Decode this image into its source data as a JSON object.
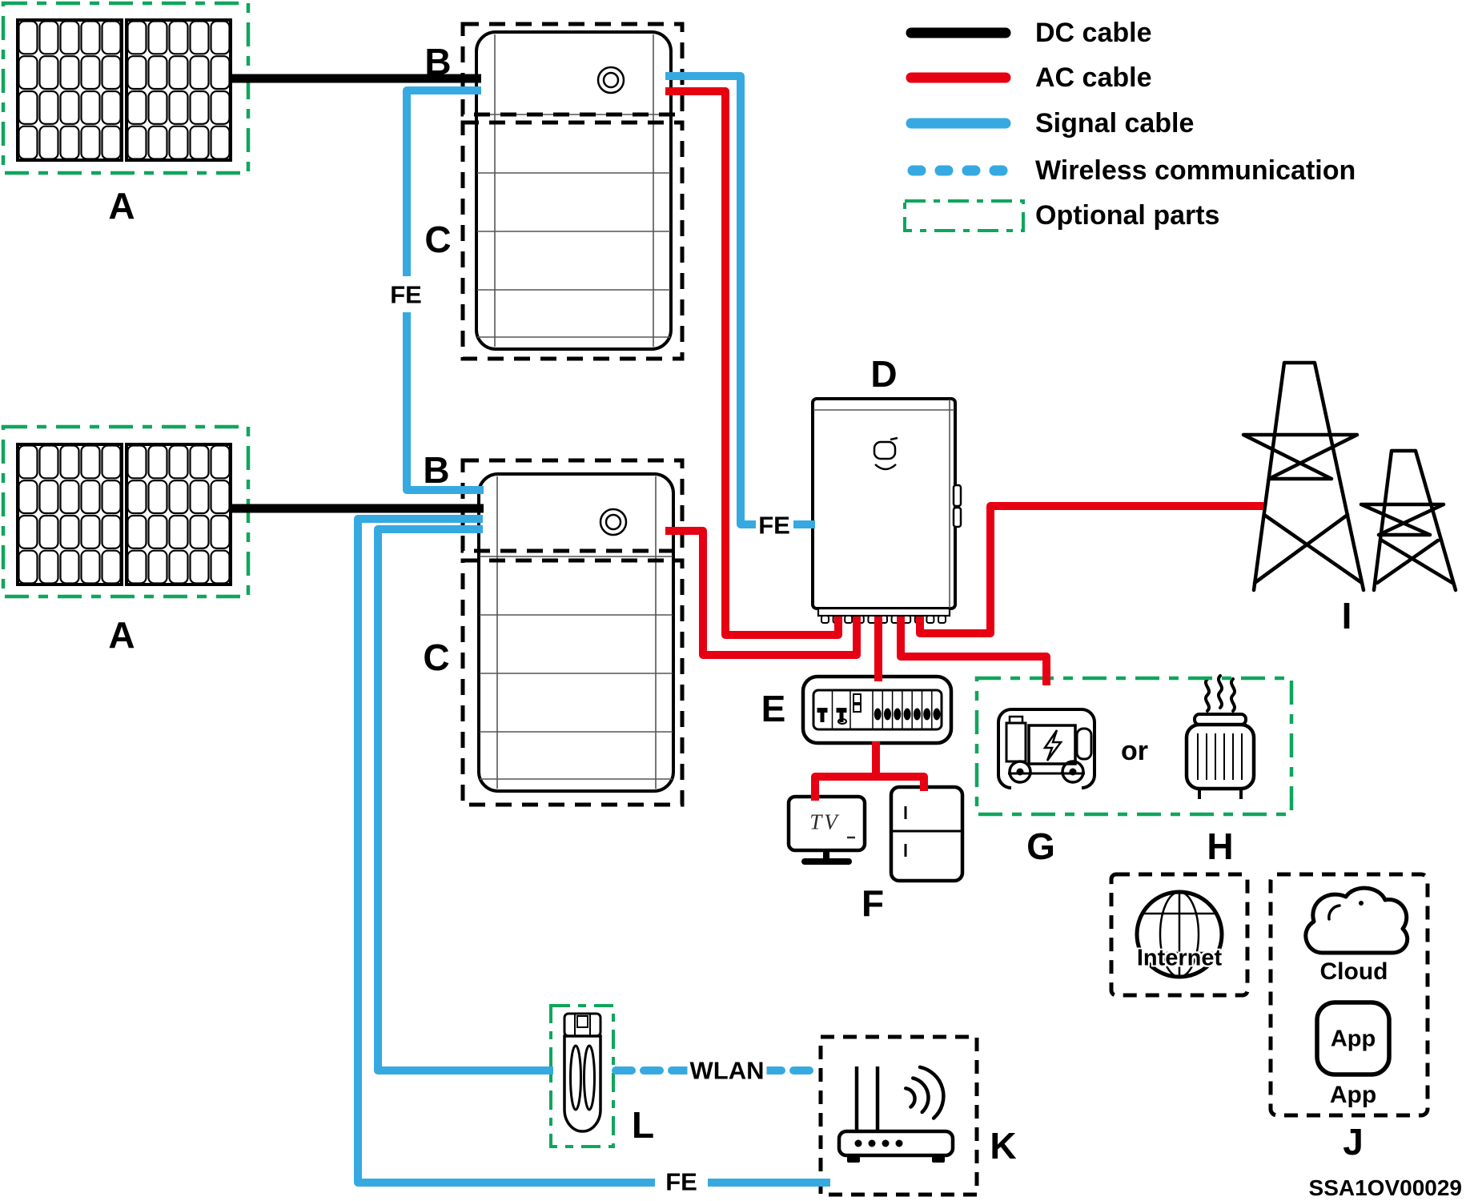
{
  "legend": {
    "items": [
      {
        "id": "dc",
        "label": "DC cable",
        "style": "solid",
        "color": "#000000"
      },
      {
        "id": "ac",
        "label": "AC cable",
        "style": "solid",
        "color": "#e60012"
      },
      {
        "id": "signal",
        "label": "Signal cable",
        "style": "solid",
        "color": "#36a9e1"
      },
      {
        "id": "wireless",
        "label": "Wireless communication",
        "style": "dashed",
        "color": "#36a9e1"
      },
      {
        "id": "optional",
        "label": "Optional parts",
        "style": "dash-dot-box",
        "color": "#0fa65c"
      }
    ]
  },
  "component_labels": {
    "pv_array_1": "A",
    "pv_array_2": "A",
    "inverter_1": "B",
    "battery_1": "C",
    "inverter_2": "B",
    "battery_2": "C",
    "controller": "D",
    "distribution_box": "E",
    "loads": "F",
    "generator": "G",
    "heater": "H",
    "grid": "I",
    "cloud_app": "J",
    "router": "K",
    "dongle": "L"
  },
  "cable_labels": {
    "fe_inverter1": "FE",
    "fe_controller": "FE",
    "fe_router": "FE",
    "wlan": "WLAN"
  },
  "texts": {
    "or": "or",
    "internet": "Internet",
    "cloud": "Cloud",
    "app_icon": "App",
    "app_caption": "App",
    "tv": "TV"
  },
  "doc_number": "SSA1OV00029",
  "colors": {
    "dc_cable": "#000000",
    "ac_cable": "#e60012",
    "signal_cable": "#36a9e1",
    "optional_green": "#0fa65c"
  }
}
